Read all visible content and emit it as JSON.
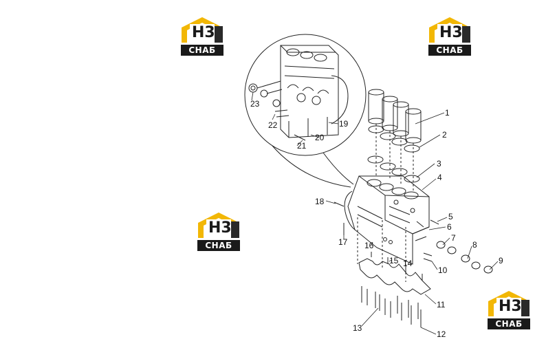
{
  "logos": [
    {
      "mark": "H3",
      "text": "СНАБ"
    },
    {
      "mark": "H3",
      "text": "СНАБ"
    },
    {
      "mark": "H3",
      "text": "СНАБ"
    },
    {
      "mark": "H3",
      "text": "СНАБ"
    }
  ],
  "brand_colors": {
    "yellow": "#f2b705",
    "dark": "#1a1a1a"
  },
  "callouts": [
    "1",
    "2",
    "3",
    "4",
    "5",
    "6",
    "7",
    "8",
    "9",
    "10",
    "11",
    "12",
    "13",
    "14",
    "15",
    "16",
    "17",
    "18",
    "19",
    "20",
    "21",
    "22",
    "23"
  ]
}
